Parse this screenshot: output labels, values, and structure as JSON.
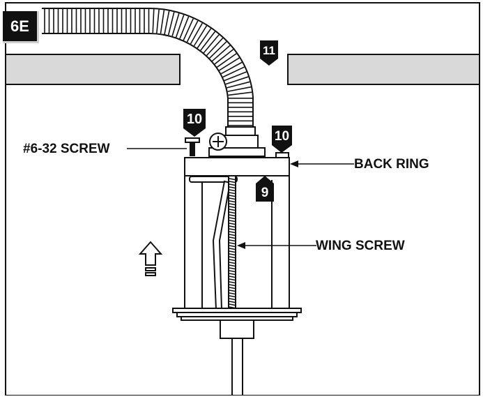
{
  "figure": {
    "step_badge": "6E",
    "callouts": {
      "top": "11",
      "screw_left": "10",
      "screw_right": "10",
      "back_ring": "9"
    },
    "labels": {
      "screw": "#6-32 SCREW",
      "back_ring": "BACK RING",
      "wing_screw": "WING SCREW"
    },
    "colors": {
      "ceiling": "#d9d9d9",
      "ink": "#111111",
      "background": "#ffffff"
    },
    "icons": [
      "flexible-conduit-icon",
      "up-arrow-icon"
    ]
  }
}
